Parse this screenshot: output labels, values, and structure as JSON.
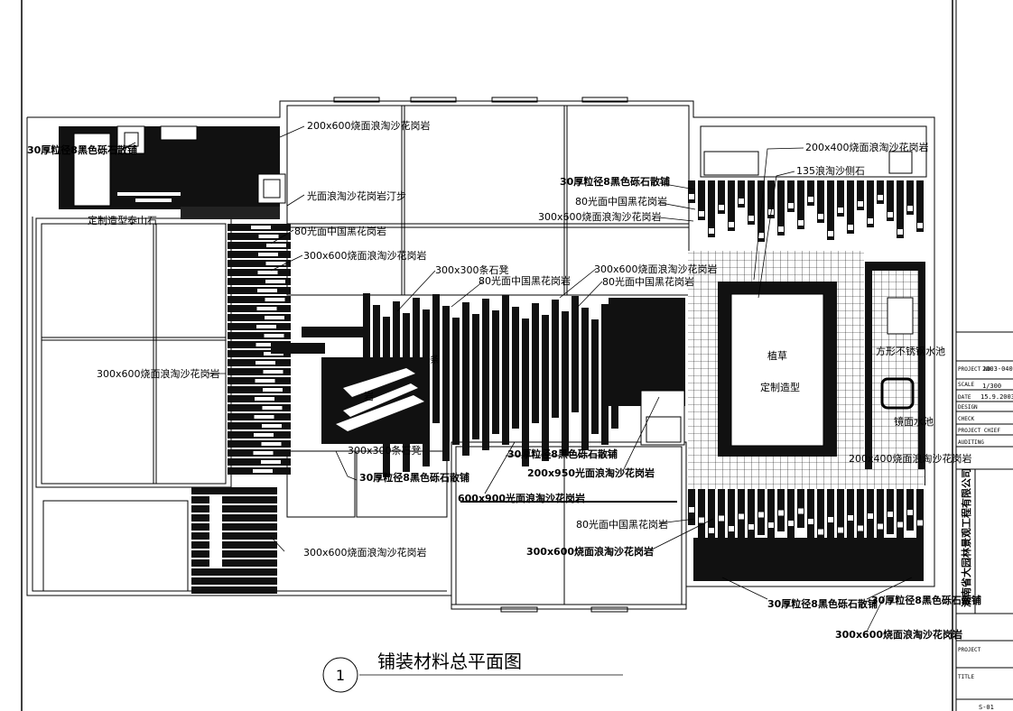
{
  "drawing": {
    "title": "铺装材料总平面图",
    "number": "1"
  },
  "labels": [
    {
      "id": "l1",
      "text": "30厚粒径8黑色砾石散铺"
    },
    {
      "id": "l2",
      "text": "200x600烧面浪淘沙花岗岩"
    },
    {
      "id": "l3",
      "text": "光面浪淘沙花岗岩汀步"
    },
    {
      "id": "l4",
      "text": "定制造型泰山石"
    },
    {
      "id": "l5",
      "text": "80光面中国黑花岗岩"
    },
    {
      "id": "l6",
      "text": "300x600烧面浪淘沙花岗岩"
    },
    {
      "id": "l7",
      "text": "300x300条石凳"
    },
    {
      "id": "l8",
      "text": "80光面中国黑花岗岩"
    },
    {
      "id": "l9",
      "text": "300x600烧面浪淘沙花岗岩"
    },
    {
      "id": "l10",
      "text": "80光面中国黑花岗岩"
    },
    {
      "id": "l11",
      "text": "300x600烧面浪淘沙花岗岩"
    },
    {
      "id": "l12",
      "text": "300x300条石凳"
    },
    {
      "id": "l13",
      "text": "30厚粒径8黑色砾石散铺"
    },
    {
      "id": "l14",
      "text": "600x900光面浪淘沙花岗岩"
    },
    {
      "id": "l15",
      "text": "30厚粒径8黑色砾石散铺"
    },
    {
      "id": "l16",
      "text": "200x950光面浪淘沙花岗岩"
    },
    {
      "id": "l17",
      "text": "80光面中国黑花岗岩"
    },
    {
      "id": "l18",
      "text": "300x600烧面浪淘沙花岗岩"
    },
    {
      "id": "l19",
      "text": "300x600烧面浪淘沙花岗岩"
    },
    {
      "id": "l20",
      "text": "200x400烧面浪淘沙花岗岩"
    },
    {
      "id": "l21",
      "text": "135浪淘沙侧石"
    },
    {
      "id": "l22",
      "text": "30厚粒径8黑色砾石散铺"
    },
    {
      "id": "l23",
      "text": "80光面中国黑花岗岩"
    },
    {
      "id": "l24",
      "text": "300x600烧面浪淘沙花岗岩"
    },
    {
      "id": "l25",
      "text": "方形不锈钢水池"
    },
    {
      "id": "l26",
      "text": "植草"
    },
    {
      "id": "l27",
      "text": "定制造型"
    },
    {
      "id": "l28",
      "text": "镜面水池"
    },
    {
      "id": "l29",
      "text": "200x400烧面浪淘沙花岗岩"
    },
    {
      "id": "l30",
      "text": "30厚粒径8黑色砾石散铺"
    },
    {
      "id": "l31",
      "text": "30厚粒径8黑色砾石散铺"
    },
    {
      "id": "l32",
      "text": "300x600烧面浪淘沙花岗岩"
    },
    {
      "id": "l33",
      "text": "条"
    },
    {
      "id": "l34",
      "text": "岩"
    }
  ],
  "title_block": {
    "company": "湖南省大园林景观工程有限公司",
    "project_no_label": "PROJECT NO.",
    "project_no": "2003-040",
    "scale_label": "SCALE",
    "scale": "1/300",
    "date_label": "DATE",
    "date": "15.9.2003.",
    "design_label": "DESIGN",
    "check_label": "CHECK",
    "chief_label": "PROJECT CHIEF",
    "auditing_label": "AUDITING",
    "project_label": "PROJECT",
    "title_label": "TITLE",
    "sheet_no": "S-01"
  }
}
